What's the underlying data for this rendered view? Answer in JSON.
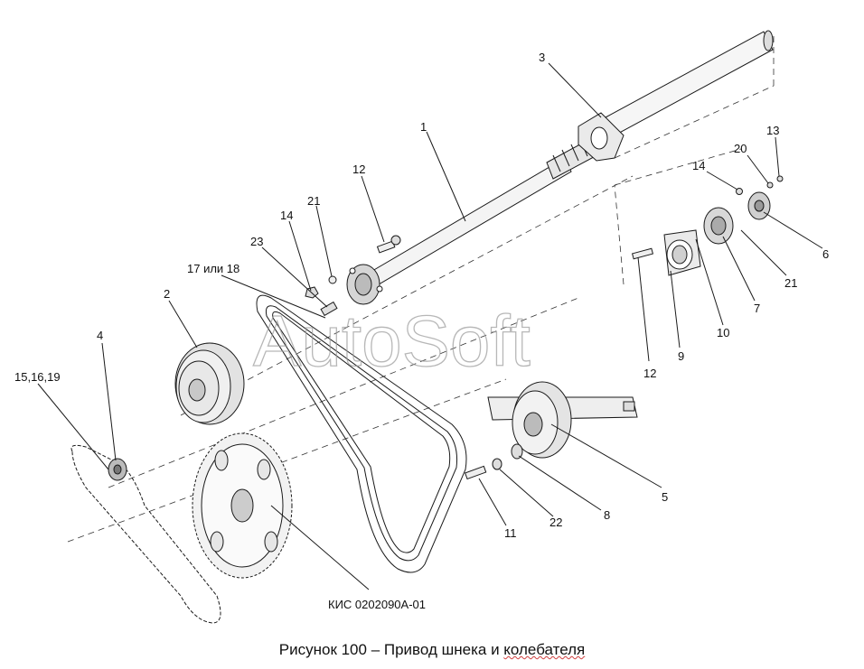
{
  "labels": {
    "l1": "1",
    "l2": "2",
    "l3": "3",
    "l4": "4",
    "l5": "5",
    "l6": "6",
    "l7": "7",
    "l8": "8",
    "l9": "9",
    "l10": "10",
    "l11": "11",
    "l12a": "12",
    "l12b": "12",
    "l13": "13",
    "l14a": "14",
    "l14b": "14",
    "l151619": "15,16,19",
    "l1718": "17 или 18",
    "l20": "20",
    "l21a": "21",
    "l21b": "21",
    "l22": "22",
    "l23": "23",
    "part_number": "КИС 0202090А-01"
  },
  "watermark": "AutoSoft",
  "caption": {
    "main": "Рисунок 100 – Привод шнека и ",
    "last_word": "колебателя"
  }
}
